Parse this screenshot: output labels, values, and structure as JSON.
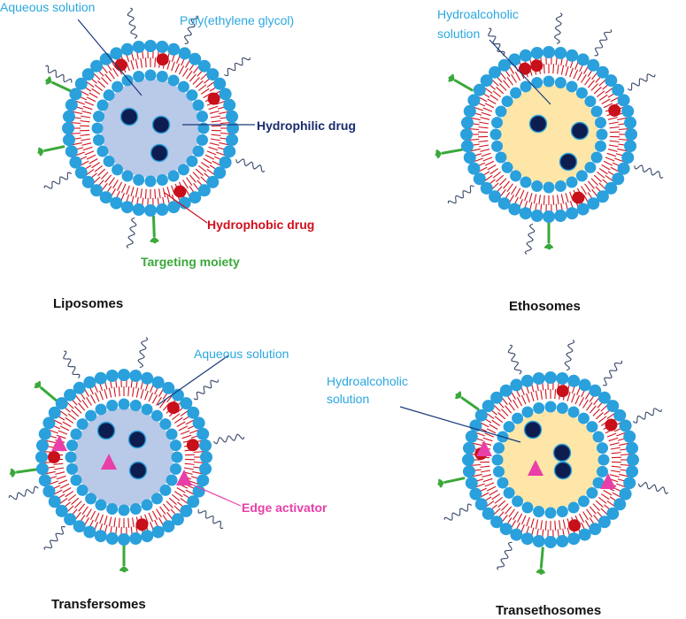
{
  "colors": {
    "phospholipid_head": "#2aa0dc",
    "lipid_tail": "#d0101c",
    "aqueous_core": "#b9c9e8",
    "hydroalcoholic_core": "#fde6a8",
    "hydrophilic_drug": "#0d1d4f",
    "hydrophobic_drug": "#c8101a",
    "targeting_moiety": "#3aa83a",
    "peg": "#3a4a6a",
    "edge_activator": "#e83fa8",
    "label_blue": "#2aa7df"
  },
  "liposome": {
    "title": "Liposomes",
    "aqueous_label": "Aqueous solution",
    "peg_label": "Poly(ethylene glycol)",
    "hydrophilic_label": "Hydrophilic drug",
    "hydrophobic_label": "Hydrophobic drug",
    "targeting_label": "Targeting moiety"
  },
  "ethosome": {
    "title": "Ethosomes",
    "core_label_line1": "Hydroalcoholic",
    "core_label_line2": "solution"
  },
  "transfersome": {
    "title": "Transfersomes",
    "aqueous_label": "Aqueous solution",
    "edge_label": "Edge activator"
  },
  "transethosome": {
    "title": "Transethosomes",
    "core_label_line1": "Hydroalcoholic",
    "core_label_line2": "solution"
  }
}
